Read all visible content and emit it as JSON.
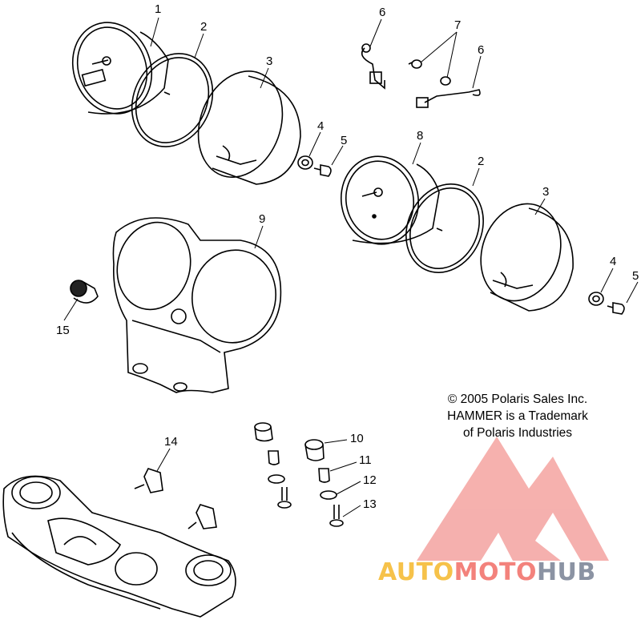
{
  "callouts": [
    {
      "id": "c1",
      "text": "1"
    },
    {
      "id": "c2a",
      "text": "2"
    },
    {
      "id": "c3a",
      "text": "3"
    },
    {
      "id": "c4a",
      "text": "4"
    },
    {
      "id": "c5a",
      "text": "5"
    },
    {
      "id": "c6a",
      "text": "6"
    },
    {
      "id": "c6b",
      "text": "6"
    },
    {
      "id": "c7",
      "text": "7"
    },
    {
      "id": "c8",
      "text": "8"
    },
    {
      "id": "c2b",
      "text": "2"
    },
    {
      "id": "c3b",
      "text": "3"
    },
    {
      "id": "c4b",
      "text": "4"
    },
    {
      "id": "c5b",
      "text": "5"
    },
    {
      "id": "c9",
      "text": "9"
    },
    {
      "id": "c15",
      "text": "15"
    },
    {
      "id": "c14",
      "text": "14"
    },
    {
      "id": "c10",
      "text": "10"
    },
    {
      "id": "c11",
      "text": "11"
    },
    {
      "id": "c12",
      "text": "12"
    },
    {
      "id": "c13",
      "text": "13"
    }
  ],
  "copyright": {
    "line1": "© 2005 Polaris Sales Inc.",
    "line2": "HAMMER is a Trademark",
    "line3": "of Polaris Industries"
  },
  "watermark": {
    "part1": "AUTO",
    "part2": "MOTO",
    "part3": "HUB",
    "colors": {
      "auto": "#f6c24a",
      "moto": "#f3827c",
      "hub": "#8b93a3",
      "logo": "#f4a3a0"
    }
  }
}
